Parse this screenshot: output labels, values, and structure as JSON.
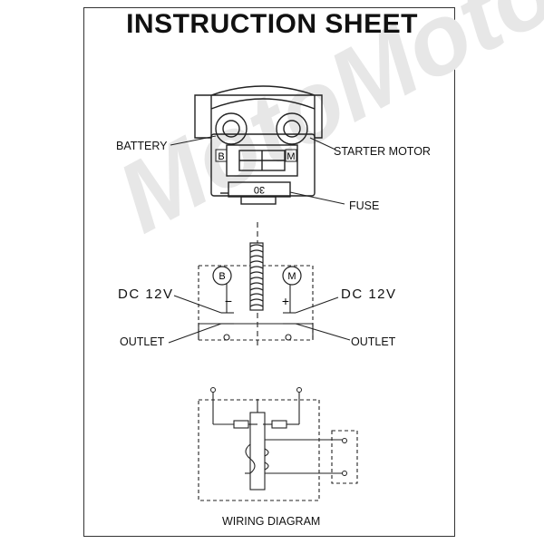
{
  "title": "INSTRUCTION SHEET",
  "watermark": "MotoMoto",
  "top_view": {
    "battery_label": "BATTERY",
    "starter_motor_label": "STARTER MOTOR",
    "fuse_label": "FUSE",
    "terminal_b": "B",
    "terminal_m": "M",
    "fuse_value": "30"
  },
  "middle_view": {
    "circle_b": "B",
    "circle_m": "M",
    "minus_sign": "−",
    "plus_sign": "+",
    "dc_left": "DC 12V",
    "dc_right": "DC 12V",
    "outlet_left": "OUTLET",
    "outlet_right": "OUTLET"
  },
  "wiring": {
    "caption": "WIRING DIAGRAM"
  }
}
